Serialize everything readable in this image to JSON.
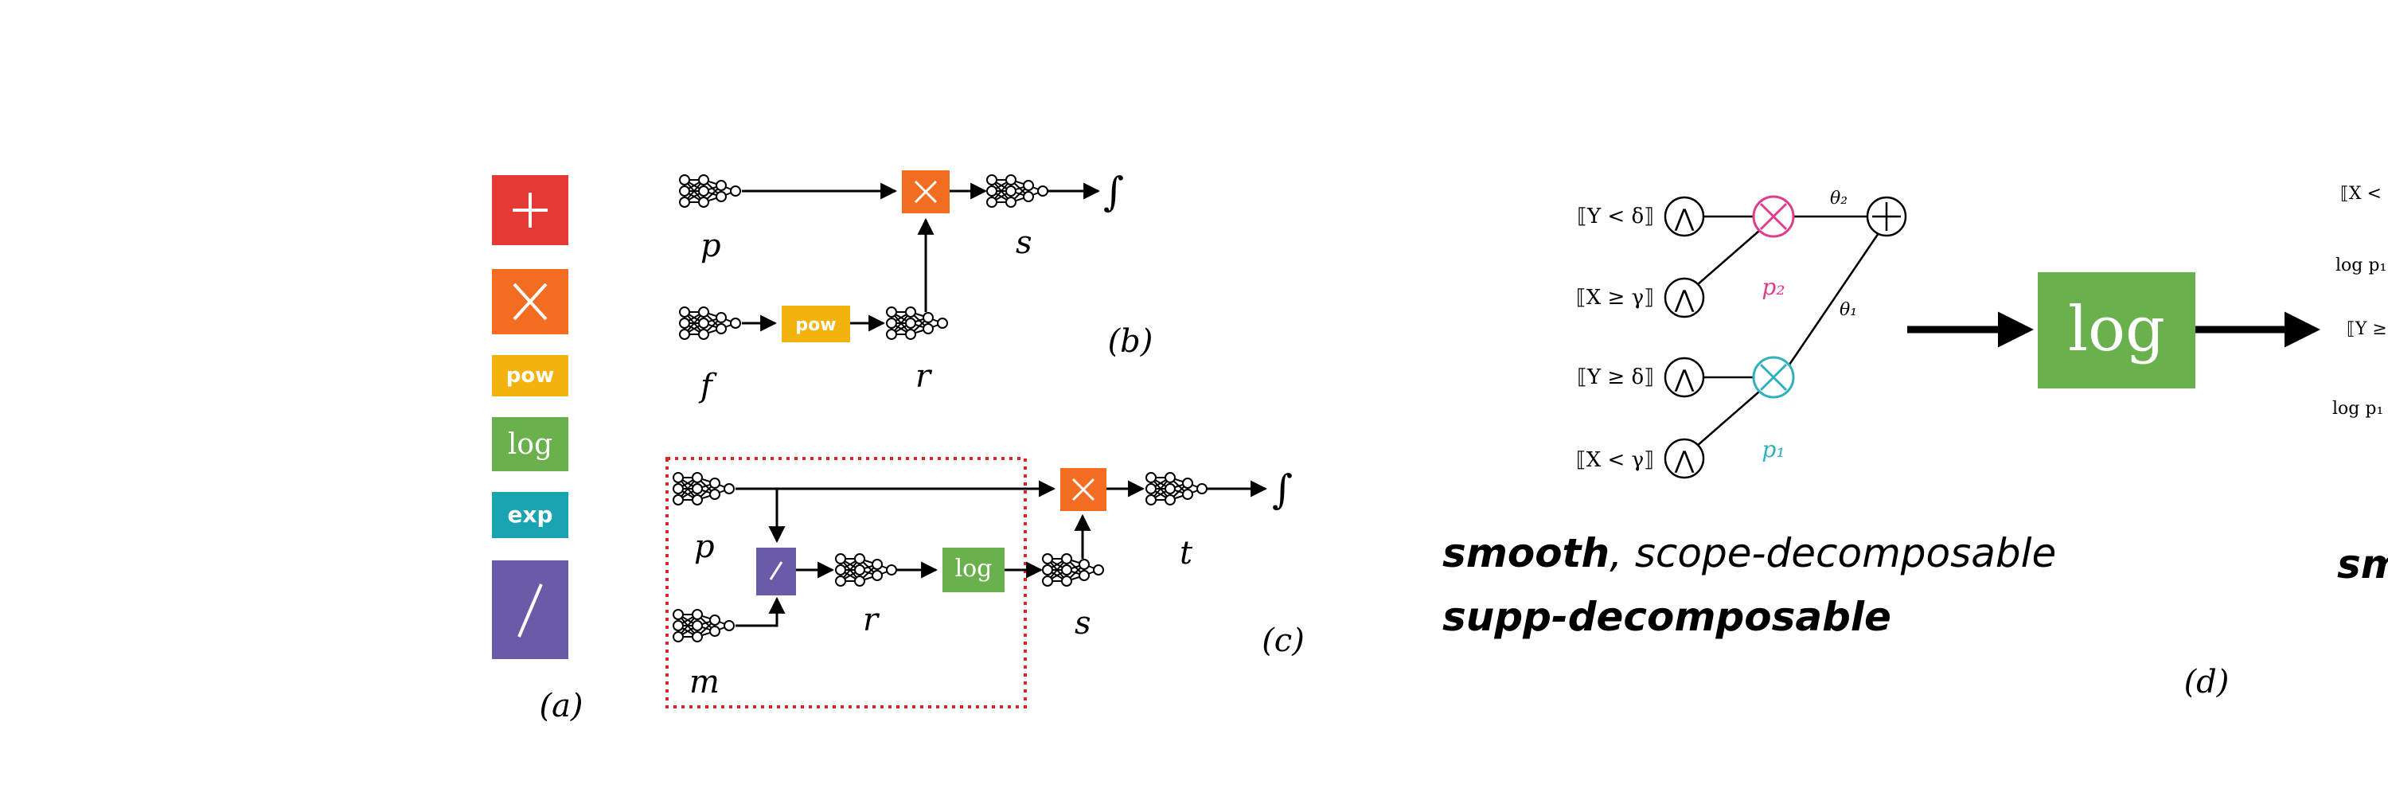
{
  "colors": {
    "sum": "#e53935",
    "product": "#f26d21",
    "pow": "#f4b20f",
    "log": "#6ab04c",
    "exp": "#1aa3b0",
    "div": "#6a5aa8",
    "pink": "#e03c8a",
    "teal": "#2eb0bf",
    "dotted": "#d62828"
  },
  "panel_a": {
    "label": "(a)",
    "legend": [
      {
        "op": "sum",
        "glyph": "+"
      },
      {
        "op": "product",
        "glyph": "×"
      },
      {
        "op": "pow",
        "text": "pow"
      },
      {
        "op": "log",
        "text": "log"
      },
      {
        "op": "exp",
        "text": "exp"
      },
      {
        "op": "div",
        "glyph": "/"
      }
    ]
  },
  "panel_b": {
    "label": "(b)",
    "vars": {
      "p": "p",
      "s": "s",
      "f": "f",
      "r": "r"
    },
    "pow_text": "pow",
    "integral": "∫"
  },
  "panel_c": {
    "label": "(c)",
    "vars": {
      "p": "p",
      "m": "m",
      "r": "r",
      "s": "s",
      "t": "t"
    },
    "log_text": "log",
    "integral": "∫"
  },
  "panel_d": {
    "label": "(d)",
    "inputs": [
      "⟦Y < δ⟧",
      "⟦X ≥ γ⟧",
      "⟦Y ≥ δ⟧",
      "⟦X < γ⟧"
    ],
    "and_glyph": "⋀",
    "p2": "p₂",
    "p1": "p₁",
    "theta2": "θ₂",
    "theta1": "θ₁",
    "log_text": "log",
    "caption_line1_a": "smooth",
    "caption_line1_b": ", scope-decomposable",
    "caption_line2": "supp-decomposable"
  },
  "panel_e_partial": {
    "inputs": [
      "⟦X <",
      "log p₁",
      "⟦Y ≥",
      "log p₁"
    ],
    "caption": "sm"
  }
}
